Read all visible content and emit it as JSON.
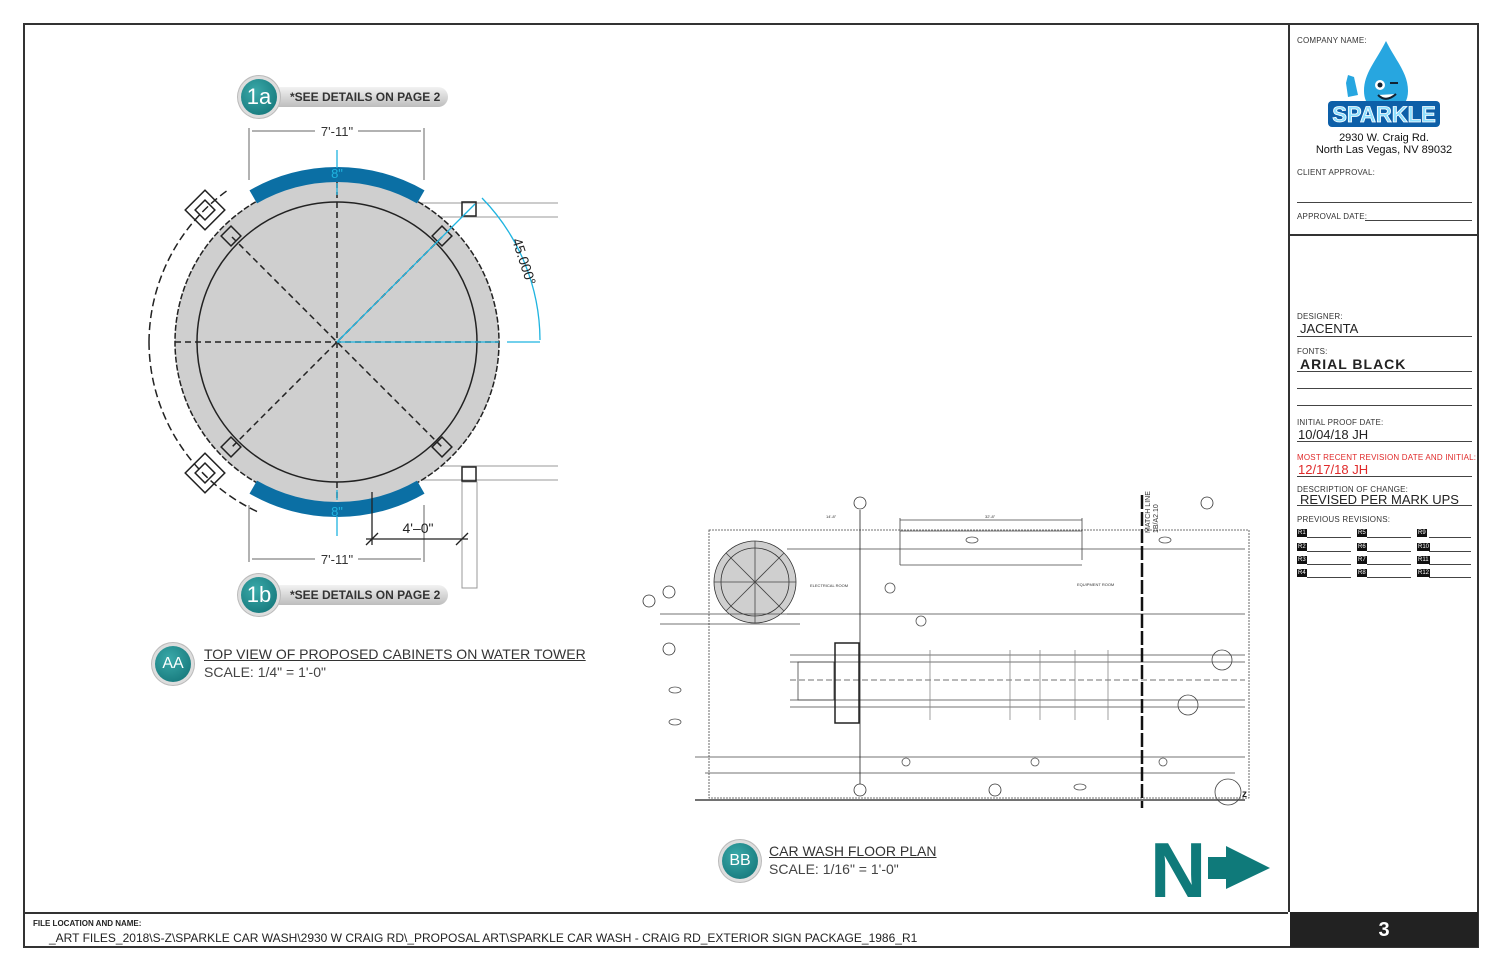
{
  "title_block": {
    "company_name_label": "COMPANY NAME:",
    "logo_text": "SPARKLE",
    "address_line1": "2930 W. Craig Rd.",
    "address_line2": "North Las Vegas, NV 89032",
    "client_approval_label": "CLIENT APPROVAL:",
    "approval_date_label": "APPROVAL DATE:",
    "designer_label": "DESIGNER:",
    "designer": "JACENTA",
    "fonts_label": "FONTS:",
    "fonts": "ARIAL BLACK",
    "initial_proof_label": "INITIAL PROOF DATE:",
    "initial_proof": "10/04/18  JH",
    "recent_revision_label": "MOST RECENT REVISION DATE AND INITIAL:",
    "recent_revision": "12/17/18 JH",
    "description_label": "DESCRIPTION OF CHANGE:",
    "description": "REVISED PER MARK UPS",
    "previous_revisions_label": "PREVIOUS REVISIONS:",
    "revisions": [
      "R1",
      "R2",
      "R3",
      "R4",
      "R5",
      "R6",
      "R7",
      "R8",
      "R9",
      "R10",
      "R11",
      "R12"
    ],
    "page_number": "3",
    "accent_red": "#e02a2a"
  },
  "footer": {
    "file_location_label": "FILE LOCATION AND NAME:",
    "file_path": "_ART FILES_2018\\S-Z\\SPARKLE CAR WASH\\2930 W CRAIG RD\\_PROPOSAL ART\\SPARKLE CAR WASH - CRAIG RD_EXTERIOR SIGN PACKAGE_1986_R1"
  },
  "detail_aa": {
    "badge": "AA",
    "title": "TOP VIEW OF PROPOSED CABINETS ON WATER TOWER",
    "scale": "SCALE: 1/4\" = 1'-0\"",
    "callout_1a": {
      "badge": "1a",
      "text": "*SEE DETAILS ON PAGE 2"
    },
    "callout_1b": {
      "badge": "1b",
      "text": "*SEE DETAILS ON PAGE 2"
    },
    "dim_top_width": "7'-11\"",
    "dim_bottom_width": "7'-11\"",
    "dim_cabinet_depth_top": "8\"",
    "dim_cabinet_depth_bottom": "8\"",
    "dim_angle": "45.000°",
    "dim_offset": "4'–0\"",
    "cabinet_color": "#0b6fa4",
    "dimension_color": "#1fb4e0"
  },
  "detail_bb": {
    "badge": "BB",
    "title": "CAR WASH FLOOR PLAN",
    "scale": "SCALE: 1/16\" = 1'-0\"",
    "electrical_room": "ELECTRICAL ROOM",
    "equipment_room": "EQUIPMENT ROOM",
    "match_line": "MATCH LINE",
    "match_ref": "1B/A2.10",
    "dim_32": "32'-8\"",
    "dim_14": "14'-8\""
  },
  "north_arrow": {
    "letter": "N",
    "color": "#0f7a7a"
  }
}
